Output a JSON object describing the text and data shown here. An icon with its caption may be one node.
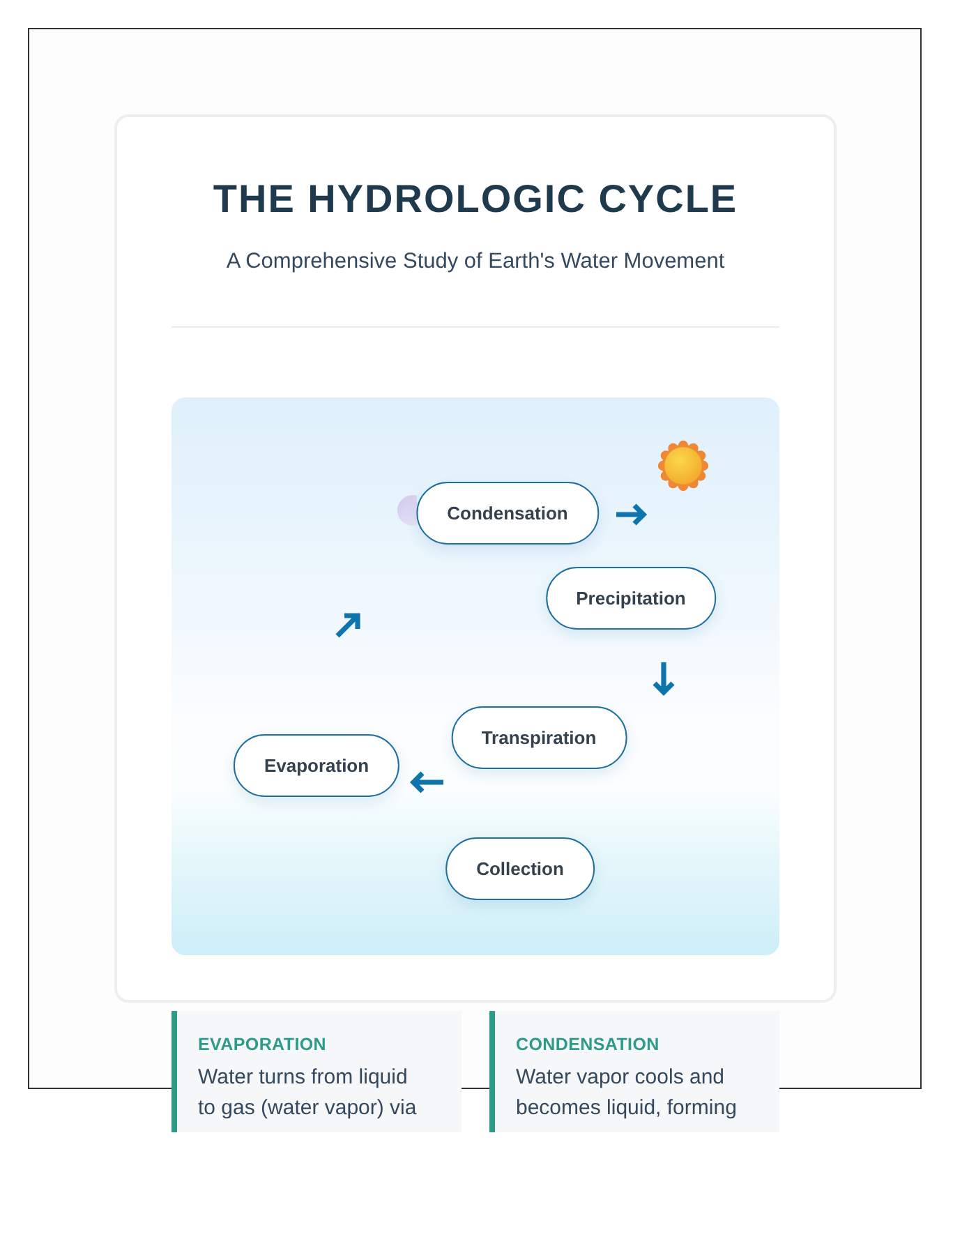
{
  "diagram": {
    "title": "THE HYDROLOGIC CYCLE",
    "nodes": [
      {
        "text": [
          "Condensation"
        ]
      },
      {
        "text": [
          "Precipitation"
        ]
      },
      {
        "text": [
          "Transpiration"
        ]
      },
      {
        "text": [
          "Evaporation"
        ]
      },
      {
        "text": [
          "Collection"
        ]
      },
      {
        "text": [
          "EVAPORATION",
          "Water turns from liquid to gas (water vapor) via"
        ]
      },
      {
        "text": [
          "CONDENSATION",
          "Water vapor cools and becomes liquid, forming"
        ]
      }
    ],
    "labels": [
      "A Comprehensive Study of Earth's Water Movement"
    ]
  }
}
